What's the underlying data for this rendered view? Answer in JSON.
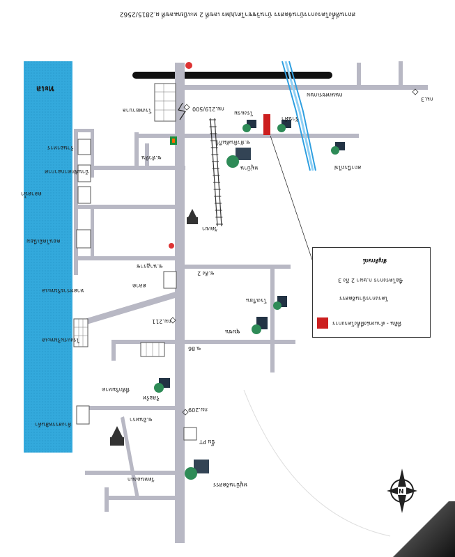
{
  "header": "สถานที่ตั้งโครงการบ้านจัดสรร บ้านวิชชาโตปปพร  เลขที่ 2 ทะเบียนเลขที่ ผ.2815/2562",
  "sea_label": "ทะเล",
  "road_labels": {
    "km219": "กม.219/500",
    "km211": "กม.211",
    "km209": "กม.209",
    "km3": "กม.3",
    "road_top": "ถนนเพชรเกษม",
    "soi_a": "ซ.หัวหินคัมภีร์",
    "soi_b": "ซ.หัวหิน",
    "soi_c": "ซ.นาฏราช",
    "soi_d": "ซ.ลัง 2",
    "soi_e": "ซ.86",
    "soi_f": "ซ.อินทรา"
  },
  "place_labels": [
    "โรงพยาบาล",
    "โรงแรม",
    "หมู่บ้าน",
    "วัดเขา",
    "สถานีรถไฟ",
    "ตลาด",
    "ปั๊ม PT",
    "หมู่บ้านจัดสรร",
    "วัดหนองแก",
    "โรงเรียน",
    "ชุมชน",
    "รีสอร์ท",
    "ร้านค้า"
  ],
  "sea_side_labels": [
    "ห้างสรรพสินค้า",
    "โรงแรมริมทะเล",
    "หาดทรายริมทะเล",
    "คอนโดมิเนียม",
    "ตลาดน้ำ",
    "บ้านพักตากอากาศ",
    "ร้านอาหาร",
    "ที่พักริมหาด"
  ],
  "legend": {
    "title": "สัญลักษณ์",
    "item_label": "ที่ดิน - ตำแหน่งที่ตั้งโครงการ",
    "line2": "โครงการบ้านจัดสรร",
    "line3": "ชื่อโครงการ ก.ษมา 2 ถึง 3",
    "swatch_color": "#cc1f1f"
  },
  "compass_label": "N",
  "colors": {
    "sea": "#33a9dc",
    "road": "#b8b8c4",
    "canal": "#2f9fe0",
    "site": "#cc1f1f"
  }
}
